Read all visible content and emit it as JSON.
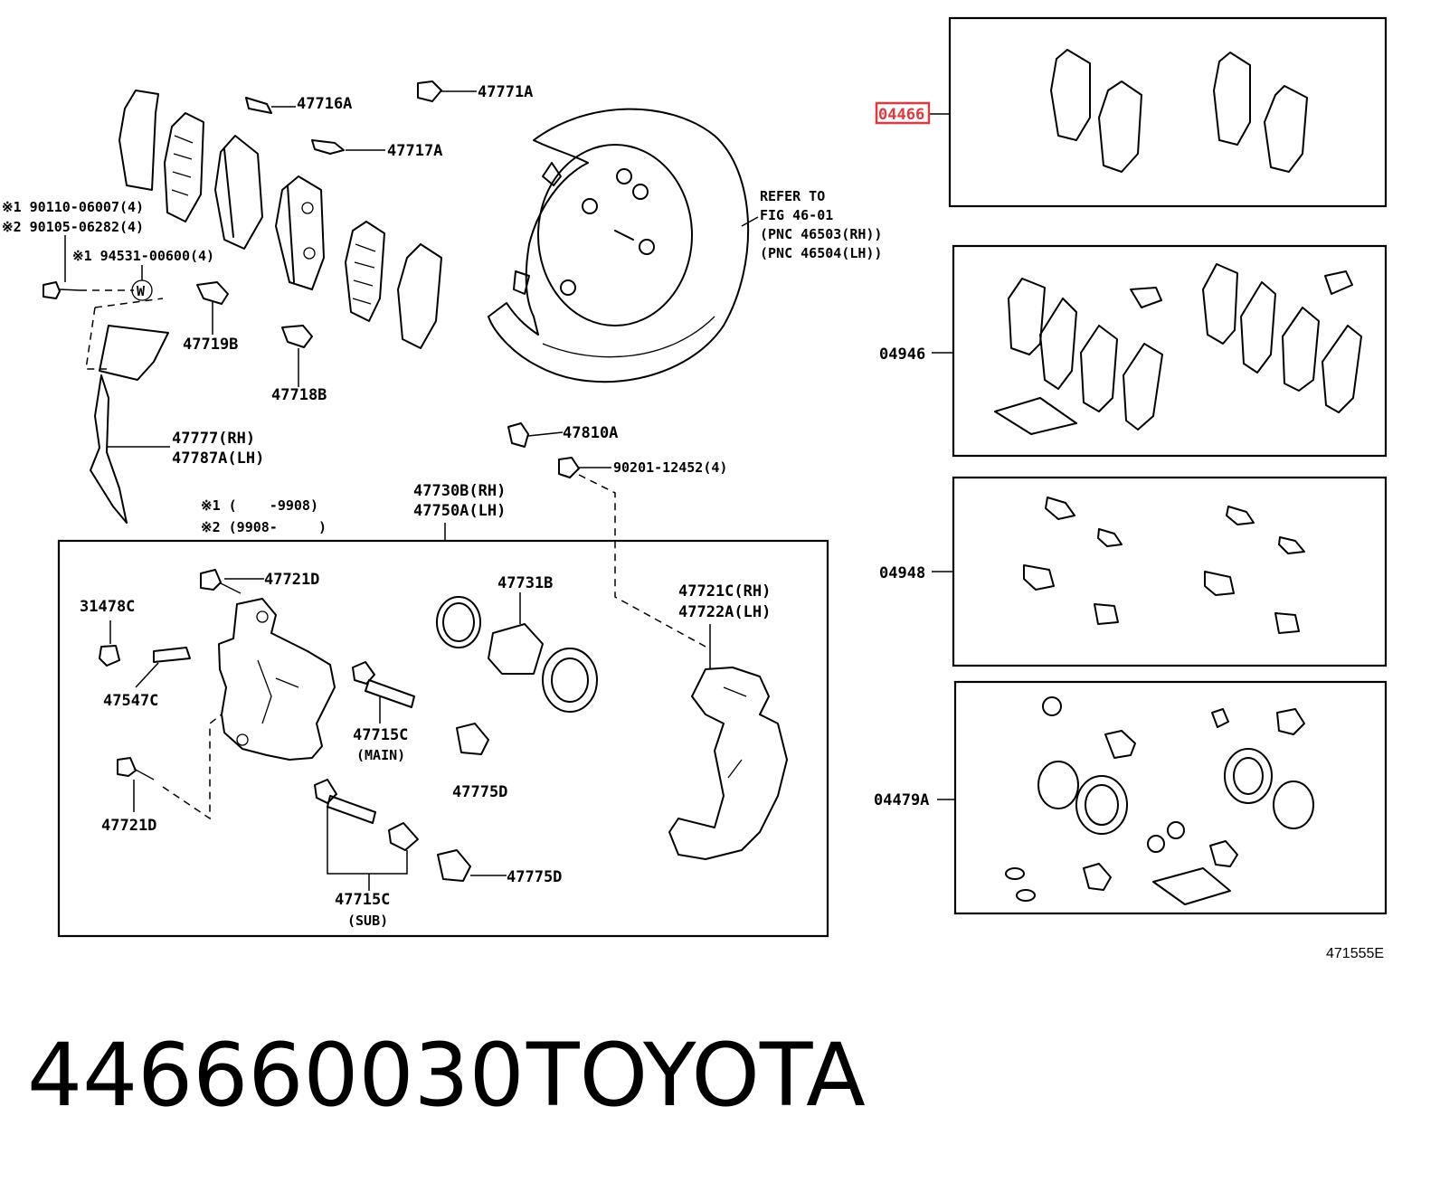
{
  "labels": {
    "p47716A": "47716A",
    "p47771A": "47771A",
    "p47717A": "47717A",
    "note1": "※1 90110-06007(4)",
    "note2": "※2 90105-06282(4)",
    "note3": "※1 94531-00600(4)",
    "w": "W",
    "p47719B": "47719B",
    "p47718B": "47718B",
    "p47777": "47777(RH)",
    "p47787A": "47787A(LH)",
    "refer1": "REFER TO",
    "refer2": "FIG 46-01",
    "refer3": "(PNC 46503(RH))",
    "refer4": "(PNC 46504(LH))",
    "p47810A": "47810A",
    "p90201": "90201-12452(4)",
    "date1": "※1 (    -9908)",
    "date2": "※2 (9908-     )",
    "p47730B": "47730B(RH)",
    "p47750A": "47750A(LH)",
    "p47721D_top": "47721D",
    "p31478C": "31478C",
    "p47547C": "47547C",
    "p47721D_bot": "47721D",
    "p47715C_main": "47715C",
    "main": "(MAIN)",
    "p47731B": "47731B",
    "p47775D_a": "47775D",
    "p47775D_b": "47775D",
    "p47715C_sub": "47715C",
    "sub": "(SUB)",
    "p47721C": "47721C(RH)",
    "p47722A": "47722A(LH)",
    "kit04466": "04466",
    "kit04946": "04946",
    "kit04948": "04948",
    "kit04479A": "04479A",
    "figure_code": "471555E"
  },
  "caption": {
    "part_number": "446660030",
    "brand": "TOYOTA"
  },
  "colors": {
    "line": "#000000",
    "highlight": "#e0383e",
    "background": "#ffffff"
  }
}
